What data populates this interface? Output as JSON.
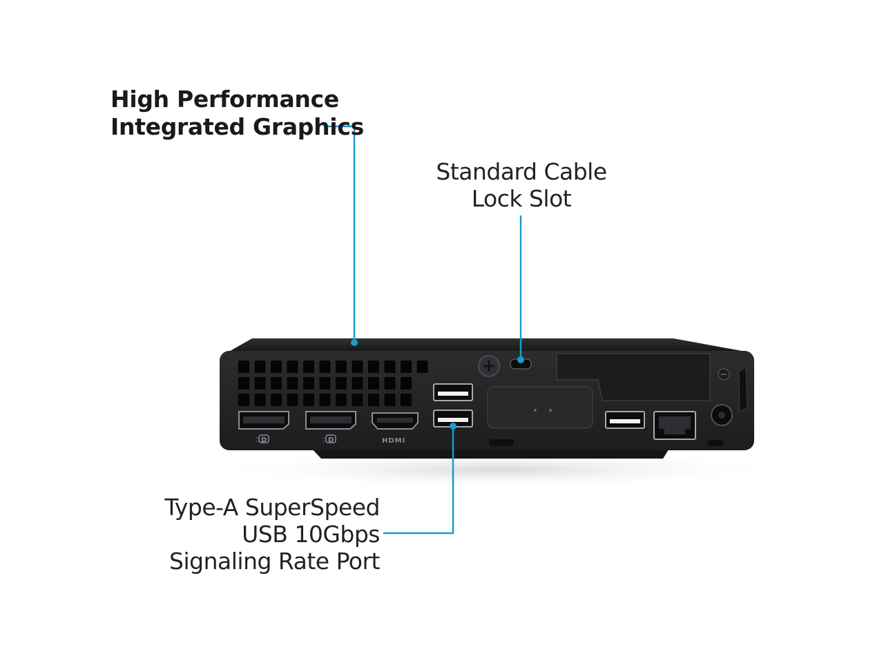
{
  "callouts": {
    "graphics": {
      "line1": "High Performance",
      "line2": "Integrated Graphics"
    },
    "lock_slot": {
      "line1": "Standard Cable",
      "line2": "Lock Slot"
    },
    "usb": {
      "line1": "Type-A SuperSpeed",
      "line2": "USB 10Gbps",
      "line3": "Signaling Rate Port"
    }
  },
  "port_labels": {
    "dp1": "D",
    "dp2": "D",
    "hdmi": "HDMI"
  },
  "colors": {
    "callout_line": "#1a9ccc",
    "chassis": "#222426"
  }
}
